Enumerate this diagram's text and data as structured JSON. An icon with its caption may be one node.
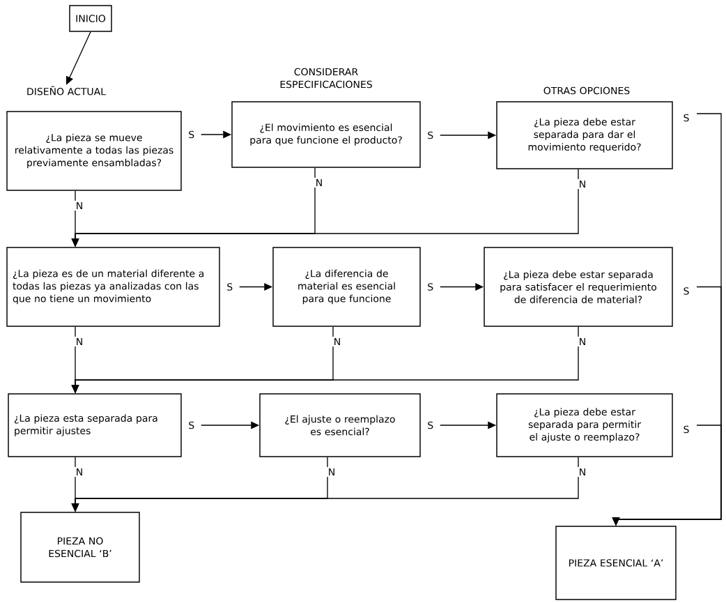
{
  "diagram": {
    "nodes": [
      {
        "text": [
          "INICIO"
        ]
      },
      {
        "text": [
          "DISEÑO ACTUAL",
          "¿La pieza se mueve relativamente a todas las piezas previamente ensambladas?"
        ]
      },
      {
        "text": [
          "CONSIDERAR ESPECIFICACIONES",
          "¿El movimiento es esencial para que funcione el producto?"
        ]
      },
      {
        "text": [
          "OTRAS OPCIONES",
          "¿La pieza debe estar separada para dar el movimiento requerido?"
        ]
      },
      {
        "text": [
          "¿La pieza es de un material diferente a todas las piezas ya analizadas con las que no tiene un movimiento"
        ]
      },
      {
        "text": [
          "¿La diferencia de material es esencial para que funcione"
        ]
      },
      {
        "text": [
          "¿La pieza debe estar separada para satisfacer el requerimiento de diferencia de material?"
        ]
      },
      {
        "text": [
          "¿La pieza esta separada para permitir ajustes"
        ]
      },
      {
        "text": [
          "¿El ajuste o reemplazo es esencial?"
        ]
      },
      {
        "text": [
          "¿La pieza debe estar separada para permitir el ajuste o reemplazo?"
        ]
      },
      {
        "text": [
          "PIEZA NO ESENCIAL ‘B’"
        ]
      },
      {
        "text": [
          "PIEZA ESENCIAL ‘A’"
        ]
      }
    ],
    "edges": [
      {
        "from": 0,
        "to": 1,
        "arrow": "to"
      },
      {
        "from": 1,
        "to": 2,
        "arrow": "to",
        "label": "S"
      },
      {
        "from": 2,
        "to": 3,
        "arrow": "to",
        "label": "S"
      },
      {
        "from": 3,
        "to": 11,
        "arrow": "to",
        "label": "S"
      },
      {
        "from": 1,
        "to": 4,
        "arrow": "to",
        "label": "N"
      },
      {
        "from": 2,
        "to": 4,
        "arrow": "to",
        "label": "N"
      },
      {
        "from": 3,
        "to": 4,
        "arrow": "to",
        "label": "N"
      },
      {
        "from": 4,
        "to": 5,
        "arrow": "to",
        "label": "S"
      },
      {
        "from": 5,
        "to": 6,
        "arrow": "to",
        "label": "S"
      },
      {
        "from": 6,
        "to": 11,
        "arrow": "to",
        "label": "S"
      },
      {
        "from": 4,
        "to": 7,
        "arrow": "to",
        "label": "N"
      },
      {
        "from": 5,
        "to": 7,
        "arrow": "to",
        "label": "N"
      },
      {
        "from": 6,
        "to": 7,
        "arrow": "to",
        "label": "N"
      },
      {
        "from": 7,
        "to": 8,
        "arrow": "to",
        "label": "S"
      },
      {
        "from": 8,
        "to": 9,
        "arrow": "to",
        "label": "S"
      },
      {
        "from": 9,
        "to": 11,
        "arrow": "to",
        "label": "S"
      },
      {
        "from": 7,
        "to": 10,
        "arrow": "to",
        "label": "N"
      },
      {
        "from": 8,
        "to": 10,
        "arrow": "to",
        "label": "N"
      },
      {
        "from": 9,
        "to": 10,
        "arrow": "to",
        "label": "N"
      }
    ]
  }
}
